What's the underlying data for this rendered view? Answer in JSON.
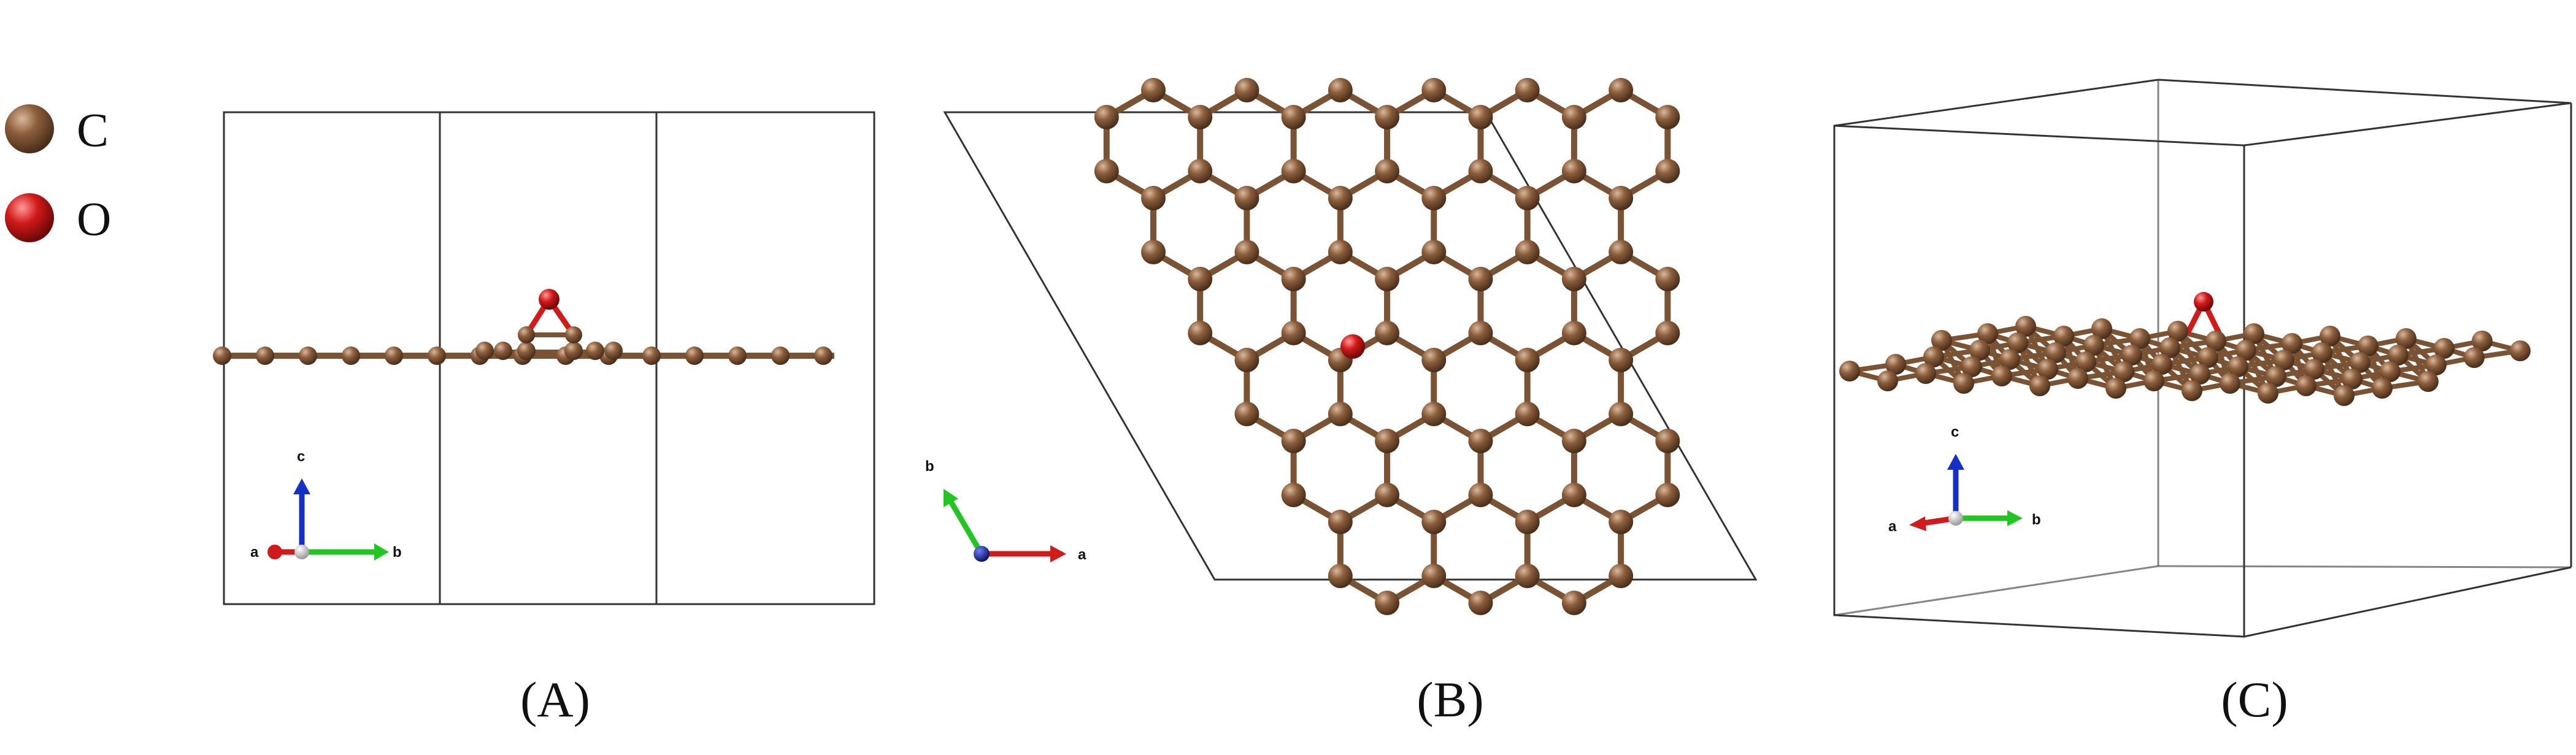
{
  "legend": [
    {
      "element": "C",
      "color": "#8B5E3C"
    },
    {
      "element": "O",
      "color": "#D11A1A"
    }
  ],
  "panels": [
    {
      "label": "(A)",
      "axes": {
        "x": "b",
        "y": "c",
        "origin": "a"
      }
    },
    {
      "label": "(B)",
      "axes": {
        "x": "a",
        "y": "b",
        "origin": "c"
      }
    },
    {
      "label": "(C)",
      "axes": {
        "x": "b",
        "y": "c",
        "origin": "a"
      }
    }
  ],
  "colors": {
    "carbon": "#8B5E3C",
    "carbon_bond": "#7A5234",
    "oxygen": "#D11A1A",
    "axis_a": "#D11A1A",
    "axis_b": "#22C522",
    "axis_c": "#1530C8",
    "cell": "#333333"
  }
}
